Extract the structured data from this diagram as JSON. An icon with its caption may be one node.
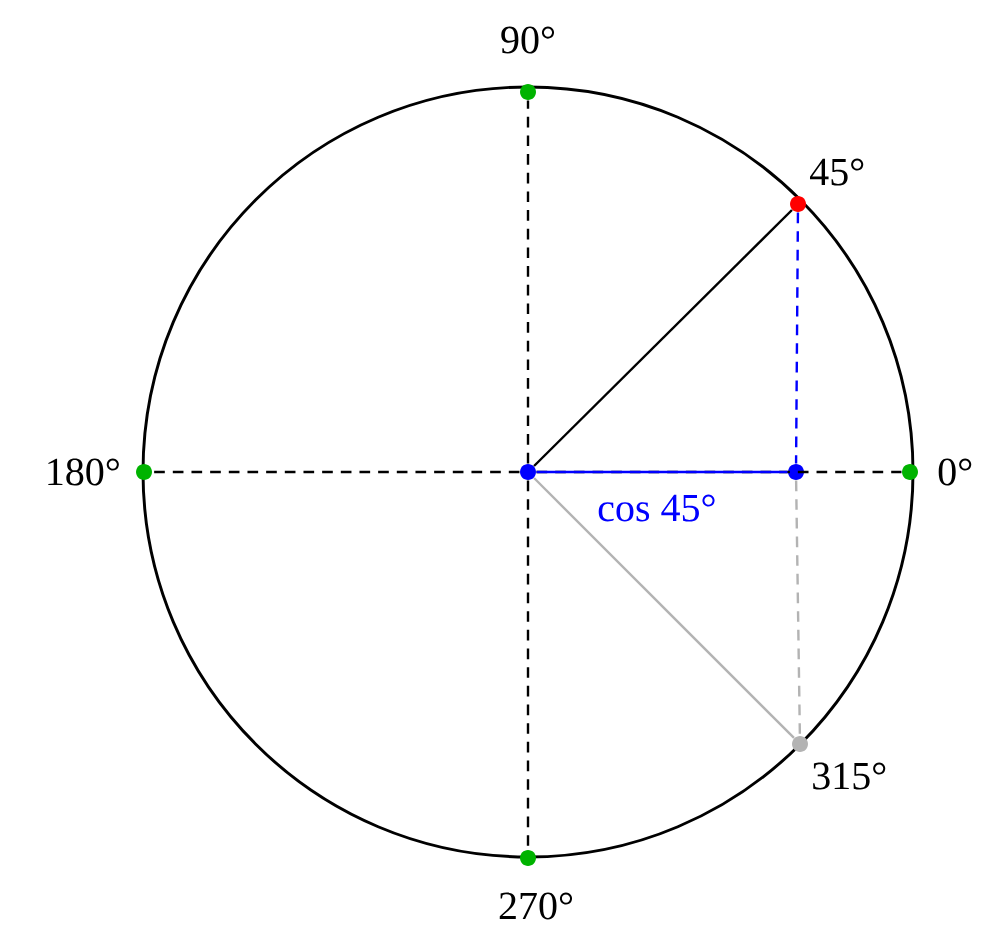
{
  "diagram": {
    "nodes": [
      {
        "text": [],
        "shape": "circle",
        "beside": [
          "90°"
        ]
      },
      {
        "text": [],
        "shape": "circle",
        "beside": [
          "45°"
        ]
      },
      {
        "text": [],
        "shape": "circle",
        "beside": [
          "180°"
        ]
      },
      {
        "text": [],
        "shape": "circle"
      },
      {
        "text": [],
        "shape": "circle"
      },
      {
        "text": [],
        "shape": "circle",
        "beside": [
          "0°"
        ]
      },
      {
        "text": [],
        "shape": "circle",
        "beside": [
          "315°"
        ]
      },
      {
        "text": [],
        "shape": "circle",
        "beside": [
          "270°"
        ]
      }
    ],
    "edges": [
      {
        "from": 3,
        "to": 0,
        "arrow": "none",
        "style": "dashed"
      },
      {
        "from": 3,
        "to": 2,
        "arrow": "none",
        "style": "dashed"
      },
      {
        "from": 3,
        "to": 5,
        "arrow": "none",
        "style": "dashed"
      },
      {
        "from": 3,
        "to": 7,
        "arrow": "none",
        "style": "dashed"
      },
      {
        "from": 3,
        "to": 1,
        "arrow": "none"
      },
      {
        "from": 3,
        "to": 4,
        "arrow": "none",
        "color": "#0000ff",
        "label": "cos 45°"
      },
      {
        "from": 1,
        "to": 4,
        "arrow": "none",
        "style": "dashed",
        "color": "#0000ff"
      },
      {
        "from": 4,
        "to": 6,
        "arrow": "none",
        "style": "dashed",
        "color": "#b3b3b3"
      },
      {
        "from": 3,
        "to": 6,
        "arrow": "none",
        "color": "#b3b3b3"
      }
    ]
  }
}
